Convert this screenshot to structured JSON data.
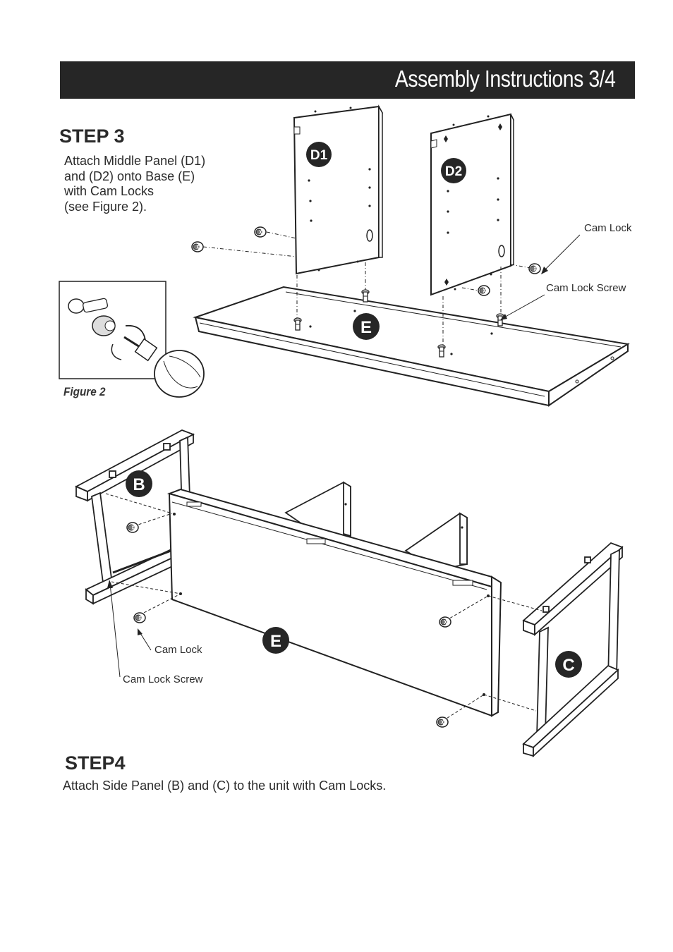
{
  "header": {
    "title": "Assembly Instructions 3/4"
  },
  "step3": {
    "title": "STEP 3",
    "lines": [
      "Attach Middle Panel (D1)",
      "and (D2) onto Base (E)",
      "with Cam Locks",
      "(see Figure 2)."
    ],
    "figure_caption": "Figure 2",
    "callouts": {
      "cam_lock": "Cam Lock",
      "cam_lock_screw": "Cam Lock Screw"
    },
    "part_labels": {
      "d1": "D1",
      "d2": "D2",
      "e": "E"
    }
  },
  "step4": {
    "title": "STEP4",
    "text": "Attach Side Panel (B) and (C) to the unit with Cam Locks.",
    "callouts": {
      "cam_lock": "Cam Lock",
      "cam_lock_screw": "Cam Lock Screw"
    },
    "part_labels": {
      "b": "B",
      "e": "E",
      "c": "C"
    }
  }
}
